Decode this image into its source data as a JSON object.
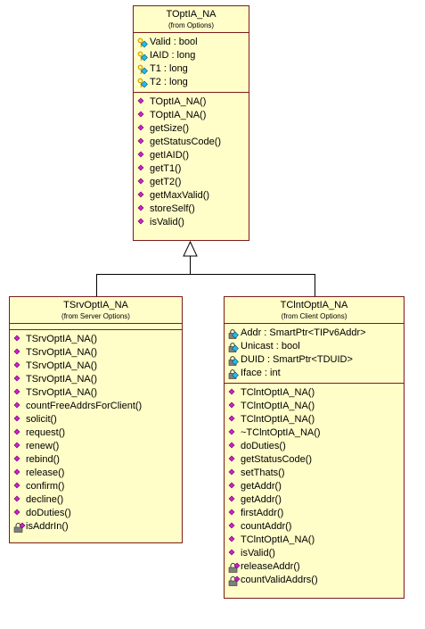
{
  "base": {
    "name": "TOptIA_NA",
    "stereo": "(from Options)",
    "attributes": [
      {
        "label": "Valid : bool",
        "icon": "protected-attribute-icon"
      },
      {
        "label": "IAID : long",
        "icon": "protected-attribute-icon"
      },
      {
        "label": "T1 : long",
        "icon": "protected-attribute-icon"
      },
      {
        "label": "T2 : long",
        "icon": "protected-attribute-icon"
      }
    ],
    "operations": [
      {
        "label": "TOptIA_NA()",
        "icon": "public-operation-icon"
      },
      {
        "label": "TOptIA_NA()",
        "icon": "public-operation-icon"
      },
      {
        "label": "getSize()",
        "icon": "public-operation-icon"
      },
      {
        "label": "getStatusCode()",
        "icon": "public-operation-icon"
      },
      {
        "label": "getIAID()",
        "icon": "public-operation-icon"
      },
      {
        "label": "getT1()",
        "icon": "public-operation-icon"
      },
      {
        "label": "getT2()",
        "icon": "public-operation-icon"
      },
      {
        "label": "getMaxValid()",
        "icon": "public-operation-icon"
      },
      {
        "label": "storeSelf()",
        "icon": "public-operation-icon"
      },
      {
        "label": "isValid()",
        "icon": "public-operation-icon"
      }
    ]
  },
  "server": {
    "name": "TSrvOptIA_NA",
    "stereo": "(from Server Options)",
    "attributes": [],
    "operations": [
      {
        "label": "TSrvOptIA_NA()",
        "icon": "public-operation-icon"
      },
      {
        "label": "TSrvOptIA_NA()",
        "icon": "public-operation-icon"
      },
      {
        "label": "TSrvOptIA_NA()",
        "icon": "public-operation-icon"
      },
      {
        "label": "TSrvOptIA_NA()",
        "icon": "public-operation-icon"
      },
      {
        "label": "TSrvOptIA_NA()",
        "icon": "public-operation-icon"
      },
      {
        "label": "countFreeAddrsForClient()",
        "icon": "public-operation-icon"
      },
      {
        "label": "solicit()",
        "icon": "public-operation-icon"
      },
      {
        "label": "request()",
        "icon": "public-operation-icon"
      },
      {
        "label": "renew()",
        "icon": "public-operation-icon"
      },
      {
        "label": "rebind()",
        "icon": "public-operation-icon"
      },
      {
        "label": "release()",
        "icon": "public-operation-icon"
      },
      {
        "label": "confirm()",
        "icon": "public-operation-icon"
      },
      {
        "label": "decline()",
        "icon": "public-operation-icon"
      },
      {
        "label": "doDuties()",
        "icon": "public-operation-icon"
      },
      {
        "label": "isAddrIn()",
        "icon": "private-operation-icon"
      }
    ]
  },
  "client": {
    "name": "TClntOptIA_NA",
    "stereo": "(from Client Options)",
    "attributes": [
      {
        "label": "Addr : SmartPtr<TIPv6Addr>",
        "icon": "private-attribute-icon"
      },
      {
        "label": "Unicast : bool",
        "icon": "private-attribute-icon"
      },
      {
        "label": "DUID : SmartPtr<TDUID>",
        "icon": "private-attribute-icon"
      },
      {
        "label": "Iface : int",
        "icon": "private-attribute-icon"
      }
    ],
    "operations": [
      {
        "label": "TClntOptIA_NA()",
        "icon": "public-operation-icon"
      },
      {
        "label": "TClntOptIA_NA()",
        "icon": "public-operation-icon"
      },
      {
        "label": "TClntOptIA_NA()",
        "icon": "public-operation-icon"
      },
      {
        "label": "~TClntOptIA_NA()",
        "icon": "public-operation-icon"
      },
      {
        "label": "doDuties()",
        "icon": "public-operation-icon"
      },
      {
        "label": "getStatusCode()",
        "icon": "public-operation-icon"
      },
      {
        "label": "setThats()",
        "icon": "public-operation-icon"
      },
      {
        "label": "getAddr()",
        "icon": "public-operation-icon"
      },
      {
        "label": "getAddr()",
        "icon": "public-operation-icon"
      },
      {
        "label": "firstAddr()",
        "icon": "public-operation-icon"
      },
      {
        "label": "countAddr()",
        "icon": "public-operation-icon"
      },
      {
        "label": "TClntOptIA_NA()",
        "icon": "public-operation-icon"
      },
      {
        "label": "isValid()",
        "icon": "public-operation-icon"
      },
      {
        "label": "releaseAddr()",
        "icon": "private-operation-icon"
      },
      {
        "label": "countValidAddrs()",
        "icon": "private-operation-icon"
      }
    ]
  },
  "colors": {
    "class_fill": "#fffdc8",
    "class_border": "#7a1c1c",
    "operation_icon": "#cc22cc",
    "attribute_icon": "#22bbee",
    "key_icon": "#d4a800",
    "lock_icon": "#7f7f7f"
  }
}
